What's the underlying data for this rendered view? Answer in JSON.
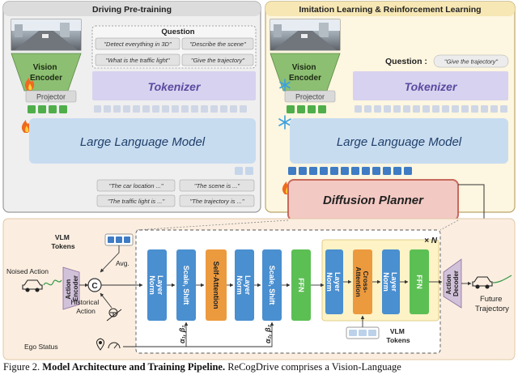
{
  "panels": {
    "pretraining_title": "Driving Pre-training",
    "rl_title": "Imitation Learning & Reinforcement Learning"
  },
  "question": {
    "label": "Question",
    "label_rl": "Question :",
    "items": [
      "\"Detect everything in 3D\"",
      "\"Describe the scene\"",
      "\"What is the traffic light\"",
      "\"Give the trajectory\""
    ],
    "rl_item": "\"Give the trajectory\""
  },
  "modules": {
    "vision_encoder": "Vision Encoder",
    "projector": "Projector",
    "tokenizer": "Tokenizer",
    "llm": "Large Language Model",
    "diffusion_planner": "Diffusion Planner"
  },
  "answers": [
    "\"The car location ...\"",
    "\"The scene is ...\"",
    "\"The traffic light is ...\"",
    "\"The trajectory is ...\""
  ],
  "planner": {
    "vlm_tokens": "VLM Tokens",
    "avg": "Avg.",
    "noised_action": "Noised Action",
    "action_encoder": "Action Encoder",
    "concat": "C",
    "historical_action": "Historical Action",
    "ego_status": "Ego Status",
    "layer_norm": "Layer Norm",
    "scale_shift": "Scale, Shift",
    "self_attention": "Self-Attention",
    "ffn": "FFN",
    "cross_attention": "Cross-Attention",
    "alpha1_beta1": "α₁, β₁",
    "alpha2_beta2": "α₂, β₂",
    "times_n": "× N",
    "action_decoder": "Action Decoder",
    "future_trajectory": "Future Trajectory"
  },
  "caption": {
    "prefix": "Figure 2.",
    "bold": "Model Architecture and Training Pipeline.",
    "text": "ReCogDrive comprises a Vision-Language"
  },
  "colors": {
    "panel_left": "#efefef",
    "panel_right": "#fdf6e0",
    "vision_encoder": "#8dbf72",
    "tokenizer": "#d7d2ef",
    "llm": "#c8dcf0",
    "planner_fill": "#f3c9c3",
    "bottom_panel": "#fbeee0",
    "layer_blue": "#4a8fd0",
    "layer_green": "#5cbf54",
    "layer_orange": "#ec9a3e"
  },
  "icons": [
    "fire-icon",
    "snowflake-icon",
    "car-icon",
    "steering-icon",
    "speedometer-icon",
    "camera-image"
  ]
}
